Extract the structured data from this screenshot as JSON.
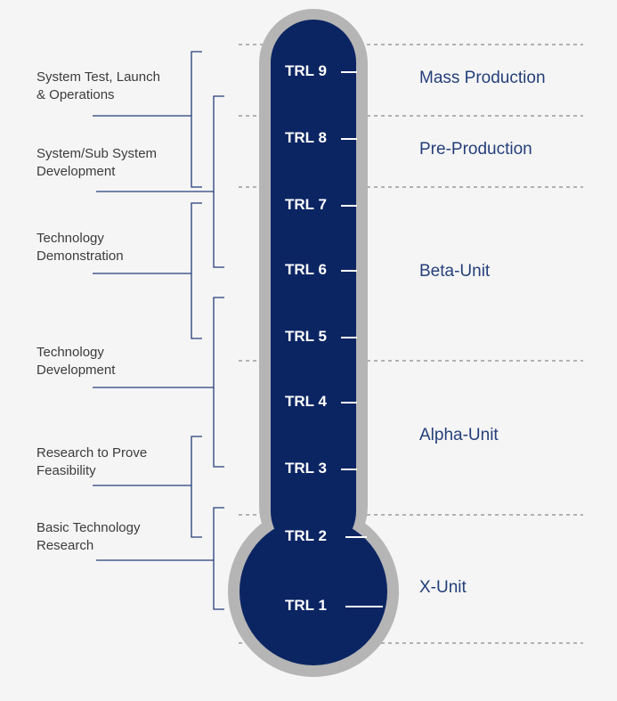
{
  "colors": {
    "background": "#f5f5f5",
    "thermometer_fill": "#0b2563",
    "thermometer_border": "#b5b5b5",
    "bracket_line": "#243f7a",
    "stage_text": "#243f7a",
    "phase_text": "#3c3c3c",
    "divider": "#8a8a8a"
  },
  "trl_levels": [
    {
      "label": "TRL 9"
    },
    {
      "label": "TRL 8"
    },
    {
      "label": "TRL 7"
    },
    {
      "label": "TRL 6"
    },
    {
      "label": "TRL 5"
    },
    {
      "label": "TRL 4"
    },
    {
      "label": "TRL 3"
    },
    {
      "label": "TRL 2"
    },
    {
      "label": "TRL 1"
    }
  ],
  "stages": [
    {
      "label": "Mass Production"
    },
    {
      "label": "Pre-Production"
    },
    {
      "label": "Beta-Unit"
    },
    {
      "label": "Alpha-Unit"
    },
    {
      "label": "X-Unit"
    }
  ],
  "phases": [
    {
      "line1": "System Test, Launch",
      "line2": "& Operations"
    },
    {
      "line1": "System/Sub System",
      "line2": "Development"
    },
    {
      "line1": "Technology",
      "line2": "Demonstration"
    },
    {
      "line1": "Technology",
      "line2": "Development"
    },
    {
      "line1": "Research to Prove",
      "line2": "Feasibility"
    },
    {
      "line1": "Basic Technology",
      "line2": "Research"
    }
  ]
}
